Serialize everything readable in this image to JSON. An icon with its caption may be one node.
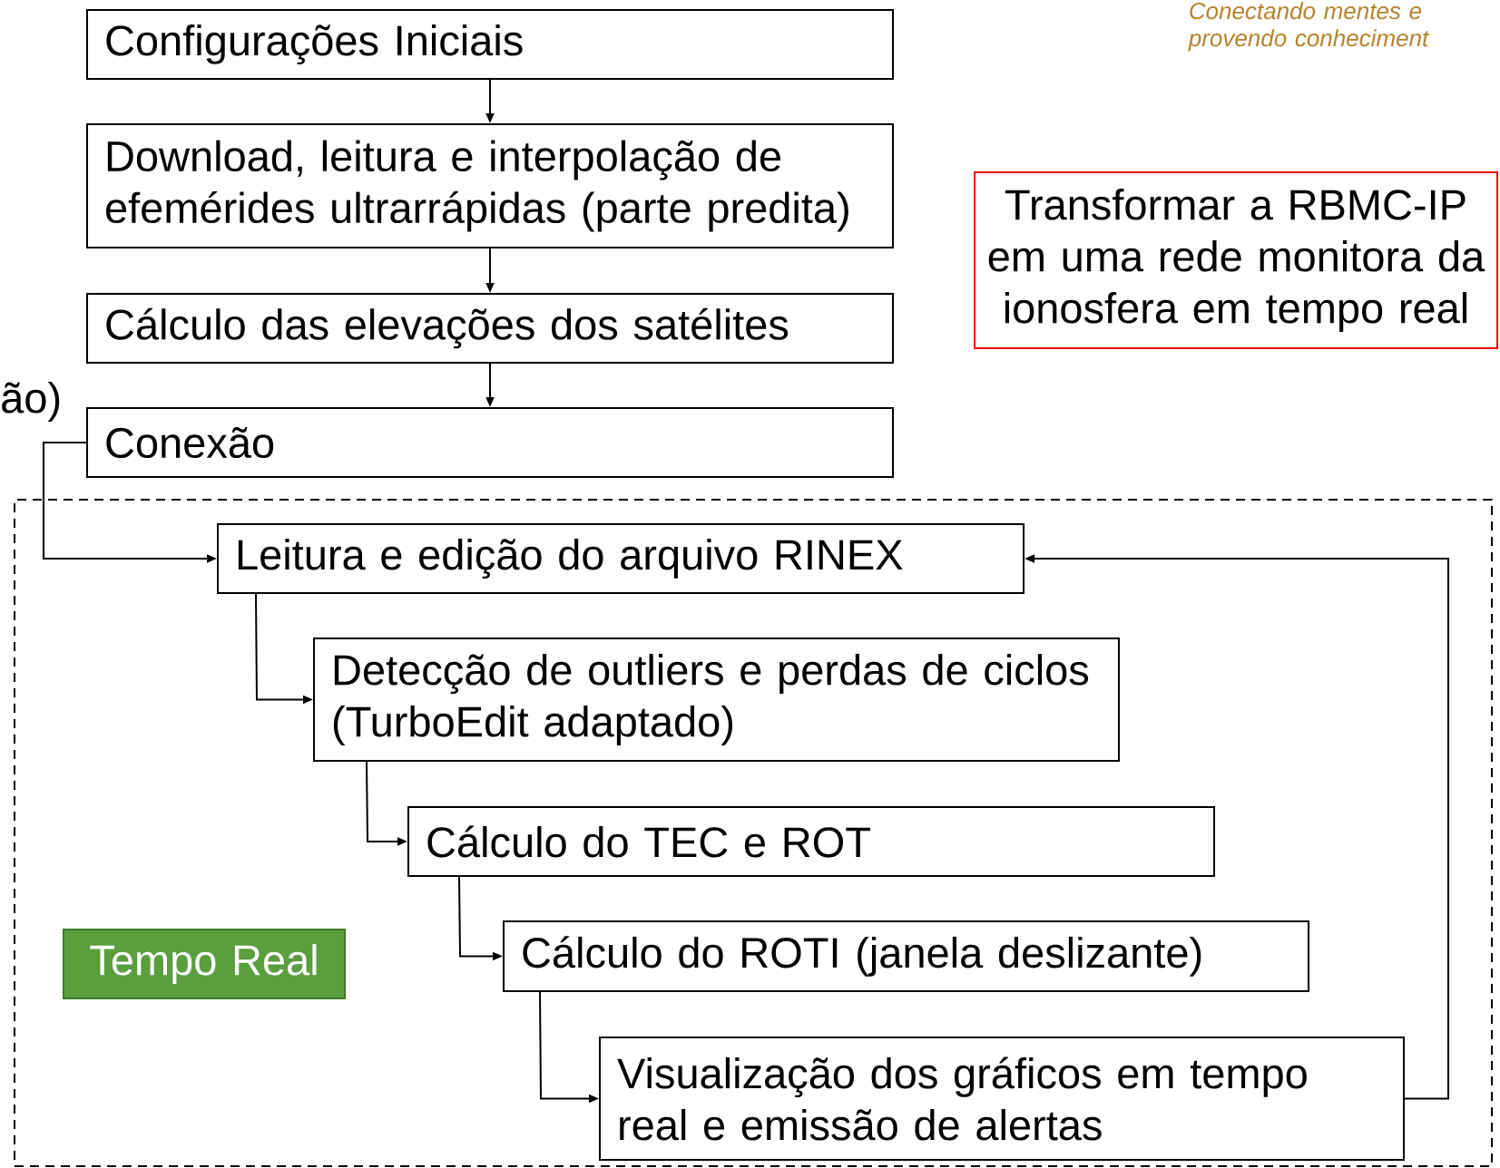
{
  "diagram": {
    "nodes": [
      {
        "text": [
          "Configurações Iniciais"
        ]
      },
      {
        "text": [
          "Download, leitura e interpolação de efemérides ultrarrápidas (parte predita)"
        ]
      },
      {
        "text": [
          "Cálculo das elevações dos satélites"
        ]
      },
      {
        "text": [
          "Conexão"
        ]
      },
      {
        "text": [
          "Transformar a RBMC-IP em uma rede monitora da ionosfera em tempo real"
        ]
      },
      {
        "text": [],
        "shape": "box"
      },
      {
        "text": [
          "Leitura e edição do arquivo RINEX"
        ],
        "in": 5
      },
      {
        "text": [
          "Detecção de outliers e perdas de ciclos (TurboEdit adaptado)"
        ],
        "in": 5
      },
      {
        "text": [
          "Cálculo do TEC e ROT"
        ],
        "in": 5
      },
      {
        "text": [
          "Cálculo do ROTI (janela deslizante)"
        ],
        "in": 5
      },
      {
        "text": [
          "Visualização dos gráficos em tempo real e emissão de alertas"
        ],
        "in": 5
      },
      {
        "text": [
          "Tempo Real"
        ],
        "in": 5
      }
    ],
    "edges": [
      {
        "from": 0,
        "to": 1,
        "arrow": "to"
      },
      {
        "from": 1,
        "to": 2,
        "arrow": "to"
      },
      {
        "from": 2,
        "to": 3,
        "arrow": "to"
      },
      {
        "from": 3,
        "to": 6,
        "arrow": "to"
      },
      {
        "from": 6,
        "to": 7,
        "arrow": "to"
      },
      {
        "from": 7,
        "to": 8,
        "arrow": "to"
      },
      {
        "from": 8,
        "to": 9,
        "arrow": "to"
      },
      {
        "from": 9,
        "to": 10,
        "arrow": "to"
      },
      {
        "from": 10,
        "to": 6,
        "arrow": "to"
      }
    ],
    "labels": [
      "Conectando mentes e provendo conheciment",
      "ão)"
    ]
  }
}
